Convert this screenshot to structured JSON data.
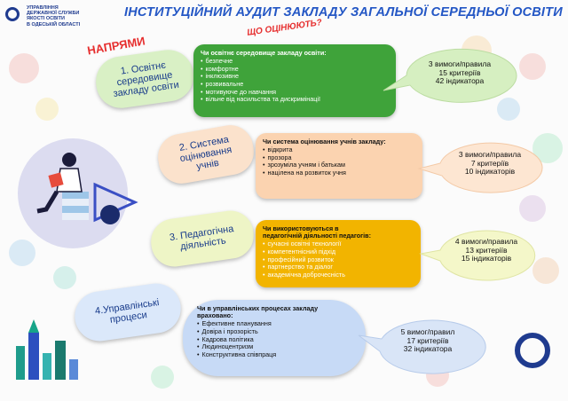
{
  "header": {
    "org_lines": [
      "УПРАВЛІННЯ",
      "ДЕРЖАВНОЇ СЛУЖБИ",
      "ЯКОСТІ ОСВІТИ",
      "В ОДЕСЬКІЙ ОБЛАСТІ"
    ],
    "title": "ІНСТИТУЦІЙНИЙ АУДИТ ЗАКЛАДУ ЗАГАЛЬНОЇ СЕРЕДНЬОЇ ОСВІТИ",
    "subtitle": "ЩО ОЦІНЮЮТЬ?"
  },
  "directions_label": "НАПРЯМИ",
  "directions": [
    {
      "label": "1. Освітнє\nсередовище\nзакладу освіти",
      "question": "Чи освітнє середовище закладу освіти:",
      "items": [
        "безпечне",
        "комфортне",
        "інклюзивне",
        "розвивальне",
        "мотивуюче до навчання",
        "вільне від насильства та дискримінації"
      ],
      "requirements": [
        "3 вимоги/правила",
        "15 критеріїв",
        "42 індикатора"
      ],
      "colors": {
        "pill": "#d9f0c5",
        "card": "#3fa33a",
        "bubble": "#d6efc1"
      }
    },
    {
      "label": "2. Система\nоцінювання\nучнів",
      "question": "Чи система оцінювання учнів закладу:",
      "items": [
        "відкрита",
        "прозора",
        "зрозуміла учням і батькам",
        "націлена на розвиток учня"
      ],
      "requirements": [
        "3 вимоги/правила",
        "7 критеріїв",
        "10 індикаторів"
      ],
      "colors": {
        "pill": "#fbe2cc",
        "card": "#fbd3b0",
        "bubble": "#fde6d2"
      }
    },
    {
      "label": "3. Педагогічна\nдіяльність",
      "question": "Чи використовуються в\nпедагогічній діяльності педагогів:",
      "items": [
        "сучасні освітні технології",
        "компетентнісний підхід",
        "професійний розвиток",
        "партнерство та діалог",
        "академічна доброчесність"
      ],
      "requirements": [
        "4 вимоги/правила",
        "13 критеріїв",
        "15 індикаторів"
      ],
      "colors": {
        "pill": "#eef5c6",
        "card": "#f2b400",
        "bubble": "#f4f7c9"
      }
    },
    {
      "label": "4.Управлінські\nпроцеси",
      "question": "Чи в управлінських процесах закладу\nвраховано:",
      "items": [
        "Ефективне планування",
        "Довіра і прозорість",
        "Кадрова політика",
        "Людиноцентризм",
        "Конструктивна співпраця"
      ],
      "requirements": [
        "5 вимог/правил",
        "17 критеріїв",
        "32 індикатора"
      ],
      "colors": {
        "pill": "#dbe8fa",
        "card": "#c7daf6",
        "bubble": "#d9e5f7"
      }
    }
  ]
}
